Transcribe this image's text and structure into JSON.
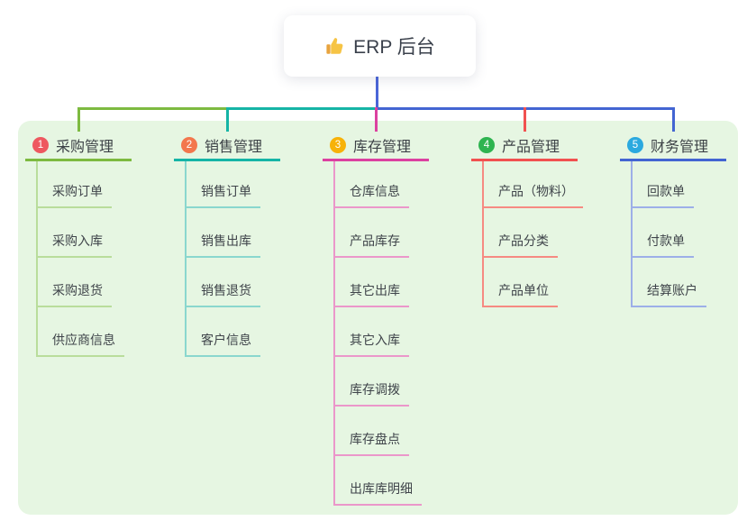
{
  "root": {
    "label": "ERP 后台",
    "icon": "thumbs-up-icon"
  },
  "canvas": {
    "background": "#ffffff",
    "panel_color": "#e6f6e2",
    "root_line_color": "#4a66d8",
    "root_text_color": "#3b414c"
  },
  "branches": [
    {
      "index": "1",
      "label": "采购管理",
      "line_color": "#7dba40",
      "child_line_color": "#b9dd9b",
      "badge_color": "#ee5860",
      "children": [
        "采购订单",
        "采购入库",
        "采购退货",
        "供应商信息"
      ]
    },
    {
      "index": "2",
      "label": "销售管理",
      "line_color": "#15b4a6",
      "child_line_color": "#8ad7ce",
      "badge_color": "#f3774d",
      "children": [
        "销售订单",
        "销售出库",
        "销售退货",
        "客户信息"
      ]
    },
    {
      "index": "3",
      "label": "库存管理",
      "line_color": "#dc41a0",
      "child_line_color": "#eb97ca",
      "badge_color": "#f7b208",
      "children": [
        "仓库信息",
        "产品库存",
        "其它出库",
        "其它入库",
        "库存调拨",
        "库存盘点",
        "出库库明细"
      ]
    },
    {
      "index": "4",
      "label": "产品管理",
      "line_color": "#f15150",
      "child_line_color": "#f68a82",
      "badge_color": "#2eb450",
      "children": [
        "产品（物料）",
        "产品分类",
        "产品单位"
      ]
    },
    {
      "index": "5",
      "label": "财务管理",
      "line_color": "#4365d2",
      "child_line_color": "#9dafe8",
      "badge_color": "#2ba9df",
      "children": [
        "回款单",
        "付款单",
        "结算账户"
      ]
    }
  ]
}
